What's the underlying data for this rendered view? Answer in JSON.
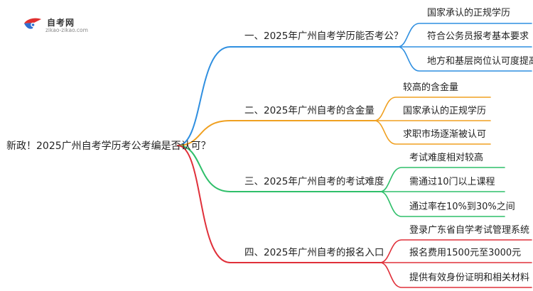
{
  "logo": {
    "title": "自考网",
    "url": "zikao-zikao.com"
  },
  "mindmap": {
    "root": "新政！2025广州自考学历考公考编是否认可？",
    "branches": [
      {
        "label": "一、2025年广州自考学历能否考公？",
        "color": "#2f8fe0",
        "children": [
          "国家承认的正规学历",
          "符合公务员报考基本要求",
          "地方和基层岗位认可度提高"
        ]
      },
      {
        "label": "二、2025年广州自考的含金量",
        "color": "#f0a020",
        "children": [
          "较高的含金量",
          "国家承认的正规学历",
          "求职市场逐渐被认可"
        ]
      },
      {
        "label": "三、2025年广州自考的考试难度",
        "color": "#2fbf6a",
        "children": [
          "考试难度相对较高",
          "需通过10门以上课程",
          "通过率在10%到30%之间"
        ]
      },
      {
        "label": "四、2025年广州自考的报名入口",
        "color": "#e0303a",
        "children": [
          "登录广东省自学考试管理系统",
          "报名费用1500元至3000元",
          "提供有效身份证明和相关材料"
        ]
      }
    ]
  }
}
